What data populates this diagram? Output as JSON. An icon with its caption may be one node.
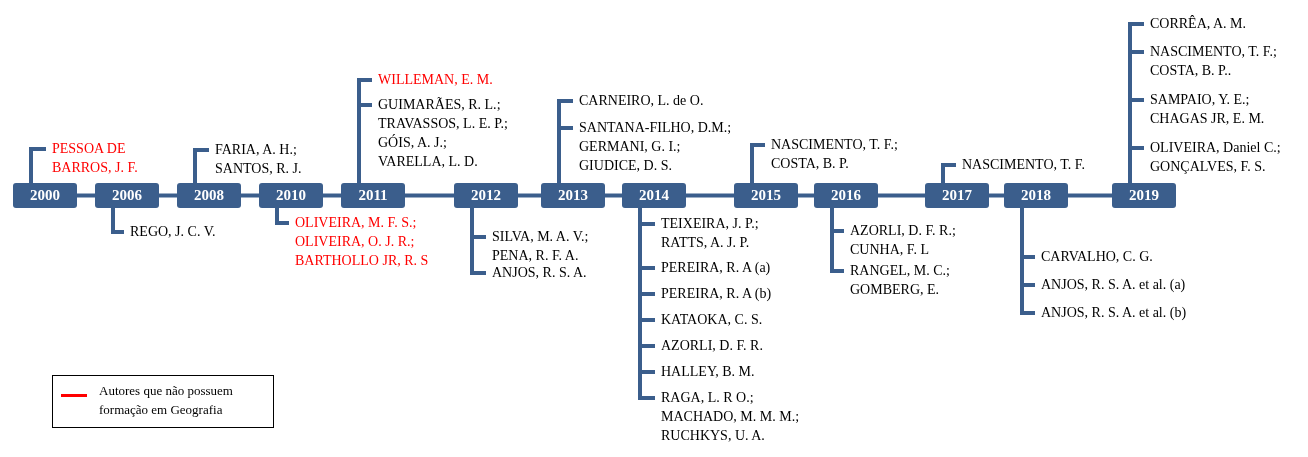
{
  "diagram": {
    "nodes": [
      {
        "text": [
          "2000"
        ]
      },
      {
        "text": [
          "PESSOA DE BARROS, J. F."
        ]
      },
      {
        "text": [
          "2006"
        ]
      },
      {
        "text": [
          "REGO, J. C. V."
        ]
      },
      {
        "text": [
          "2008"
        ]
      },
      {
        "text": [
          "FARIA, A. H.; SANTOS, R. J."
        ]
      },
      {
        "text": [
          "2010"
        ]
      },
      {
        "text": [
          "OLIVEIRA, M. F. S.; OLIVEIRA, O. J. R.; BARTHOLLO JR, R. S"
        ]
      },
      {
        "text": [
          "2011"
        ]
      },
      {
        "text": [
          "WILLEMAN, E. M."
        ]
      },
      {
        "text": [
          "GUIMARÃES, R. L.; TRAVASSOS, L. E. P.; GÓIS, A. J.; VARELLA, L. D."
        ]
      },
      {
        "text": [
          "2012"
        ]
      },
      {
        "text": [
          "SILVA, M. A. V.; PENA, R. F. A."
        ]
      },
      {
        "text": [
          "ANJOS, R. S. A."
        ]
      },
      {
        "text": [
          "2013"
        ]
      },
      {
        "text": [
          "CARNEIRO, L. de O."
        ]
      },
      {
        "text": [
          "SANTANA-FILHO, D.M.; GERMANI, G. I.; GIUDICE, D. S."
        ]
      },
      {
        "text": [
          "2014"
        ]
      },
      {
        "text": [
          "TEIXEIRA, J. P.; RATTS, A. J. P."
        ]
      },
      {
        "text": [
          "PEREIRA, R. A (a)"
        ]
      },
      {
        "text": [
          "PEREIRA, R. A (b)"
        ]
      },
      {
        "text": [
          "KATAOKA, C. S."
        ]
      },
      {
        "text": [
          "AZORLI, D. F. R."
        ]
      },
      {
        "text": [
          "HALLEY, B. M."
        ]
      },
      {
        "text": [
          "RAGA, L. R O.; MACHADO, M. M. M.; RUCHKYS, U. A."
        ]
      },
      {
        "text": [
          "2015"
        ]
      },
      {
        "text": [
          "NASCIMENTO, T. F.; COSTA, B. P."
        ]
      },
      {
        "text": [
          "2016"
        ]
      },
      {
        "text": [
          "AZORLI, D. F. R.; CUNHA, F. L"
        ]
      },
      {
        "text": [
          "RANGEL, M. C.; GOMBERG, E."
        ]
      },
      {
        "text": [
          "2017"
        ]
      },
      {
        "text": [
          "NASCIMENTO, T. F."
        ]
      },
      {
        "text": [
          "2018"
        ]
      },
      {
        "text": [
          "CARVALHO, C. G."
        ]
      },
      {
        "text": [
          "ANJOS, R. S. A. et al. (a)"
        ]
      },
      {
        "text": [
          "ANJOS, R. S. A. et al. (b)"
        ]
      },
      {
        "text": [
          "2019"
        ]
      },
      {
        "text": [
          "CORRÊA, A. M."
        ]
      },
      {
        "text": [
          "NASCIMENTO, T. F.; COSTA, B. P.."
        ]
      },
      {
        "text": [
          "SAMPAIO, Y. E.; CHAGAS JR, E. M."
        ]
      },
      {
        "text": [
          "OLIVEIRA, Daniel C.; GONÇALVES, F. S."
        ]
      }
    ],
    "edges": [
      {
        "from": 0,
        "to": 2,
        "arrow": "none"
      },
      {
        "from": 2,
        "to": 4,
        "arrow": "none"
      },
      {
        "from": 4,
        "to": 6,
        "arrow": "none"
      },
      {
        "from": 6,
        "to": 8,
        "arrow": "none"
      },
      {
        "from": 8,
        "to": 11,
        "arrow": "none"
      },
      {
        "from": 11,
        "to": 14,
        "arrow": "none"
      },
      {
        "from": 14,
        "to": 17,
        "arrow": "none"
      },
      {
        "from": 17,
        "to": 25,
        "arrow": "none"
      },
      {
        "from": 25,
        "to": 27,
        "arrow": "none"
      },
      {
        "from": 27,
        "to": 30,
        "arrow": "none"
      },
      {
        "from": 30,
        "to": 32,
        "arrow": "none"
      },
      {
        "from": 32,
        "to": 36,
        "arrow": "none"
      },
      {
        "from": 0,
        "to": 1,
        "arrow": "none"
      },
      {
        "from": 2,
        "to": 3,
        "arrow": "none"
      },
      {
        "from": 4,
        "to": 5,
        "arrow": "none"
      },
      {
        "from": 6,
        "to": 7,
        "arrow": "none"
      },
      {
        "from": 8,
        "to": 9,
        "arrow": "none"
      },
      {
        "from": 8,
        "to": 10,
        "arrow": "none"
      },
      {
        "from": 11,
        "to": 12,
        "arrow": "none"
      },
      {
        "from": 11,
        "to": 13,
        "arrow": "none"
      },
      {
        "from": 14,
        "to": 15,
        "arrow": "none"
      },
      {
        "from": 14,
        "to": 16,
        "arrow": "none"
      },
      {
        "from": 17,
        "to": 18,
        "arrow": "none"
      },
      {
        "from": 17,
        "to": 19,
        "arrow": "none"
      },
      {
        "from": 17,
        "to": 20,
        "arrow": "none"
      },
      {
        "from": 17,
        "to": 21,
        "arrow": "none"
      },
      {
        "from": 17,
        "to": 22,
        "arrow": "none"
      },
      {
        "from": 17,
        "to": 23,
        "arrow": "none"
      },
      {
        "from": 17,
        "to": 24,
        "arrow": "none"
      },
      {
        "from": 25,
        "to": 26,
        "arrow": "none"
      },
      {
        "from": 27,
        "to": 28,
        "arrow": "none"
      },
      {
        "from": 27,
        "to": 29,
        "arrow": "none"
      },
      {
        "from": 30,
        "to": 31,
        "arrow": "none"
      },
      {
        "from": 32,
        "to": 33,
        "arrow": "none"
      },
      {
        "from": 32,
        "to": 34,
        "arrow": "none"
      },
      {
        "from": 32,
        "to": 35,
        "arrow": "none"
      },
      {
        "from": 36,
        "to": 37,
        "arrow": "none"
      },
      {
        "from": 36,
        "to": 38,
        "arrow": "none"
      },
      {
        "from": 36,
        "to": 39,
        "arrow": "none"
      },
      {
        "from": 36,
        "to": 40,
        "arrow": "none"
      }
    ],
    "legend": [
      {
        "text": "Autores que não possuem formação em Geografia",
        "color": "#ff0000"
      }
    ]
  }
}
